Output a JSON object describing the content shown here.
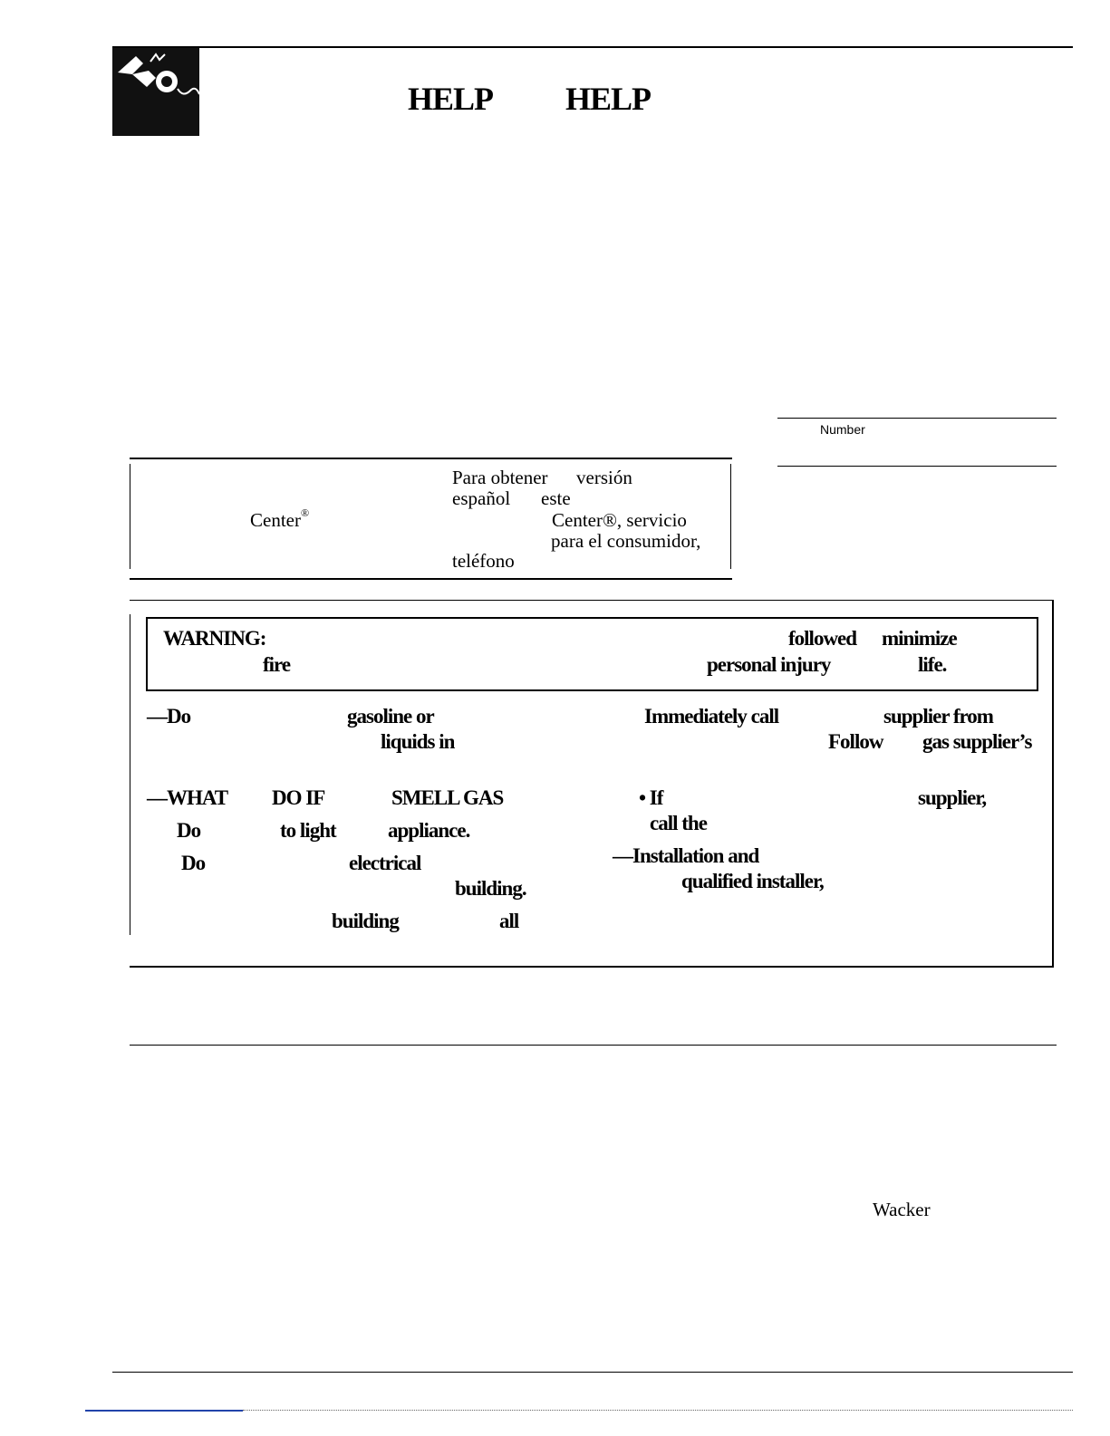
{
  "header": {
    "title_word_1": "HELP",
    "title_word_2": "HELP"
  },
  "record": {
    "number_label": "Number"
  },
  "spanish_box": {
    "left_center": "Center",
    "reg_mark": "®",
    "line1_a": "Para obtener",
    "line1_b": "versión",
    "line2_a": "español",
    "line2_b": "este",
    "line3": "Center®, servicio",
    "line4": "para el consumidor,",
    "line5": "teléfono"
  },
  "warning": {
    "label": "WARNING:",
    "w1": "followed",
    "w2": "minimize",
    "w3": "fire",
    "w4": "personal injury",
    "w5": "life."
  },
  "instructions": {
    "left": [
      {
        "a": "—Do",
        "b": "gasoline or"
      },
      {
        "b": "liquids in"
      },
      {
        "a": "—WHAT",
        "b": "DO IF",
        "c": "SMELL GAS"
      },
      {
        "a": "Do",
        "b": "to light",
        "c": "appliance."
      },
      {
        "a": "Do",
        "b": "electrical"
      },
      {
        "b": "building."
      },
      {
        "b": "building",
        "c": "all"
      }
    ],
    "right": [
      {
        "a": "Immediately call",
        "b": "supplier from"
      },
      {
        "a": "Follow",
        "b": "gas supplier’s"
      },
      {
        "a": "• If",
        "b": "supplier,"
      },
      {
        "a": "call the"
      },
      {
        "a": "—Installation and"
      },
      {
        "a": "qualified installer,"
      }
    ]
  },
  "footer": {
    "name": "Wacker"
  }
}
